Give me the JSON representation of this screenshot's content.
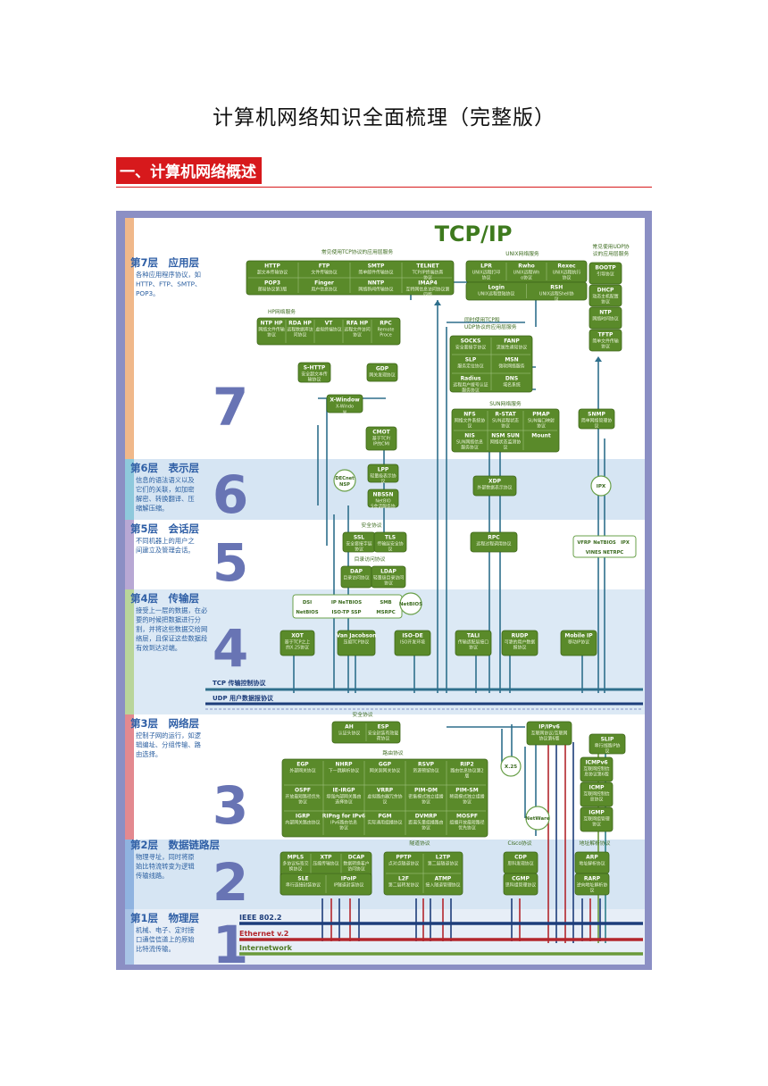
{
  "document": {
    "title": "计算机网络知识全面梳理（完整版）",
    "section_heading": "一、计算机网络概述"
  },
  "poster": {
    "title": "TCP/IP",
    "colors": {
      "frame": "#8b8fc4",
      "box_green": "#5a8a2a",
      "arrow_blue": "#2e6f8c",
      "line_red": "#b3262c",
      "line_navy": "#1d3d7a",
      "line_teal": "#2e7f8a",
      "line_green": "#6a9a3a",
      "layer_numeral": "#6874b4"
    },
    "layers": [
      {
        "name": "第7层　应用层",
        "desc": [
          "各种应用程序协议，如",
          "HTTP、FTP、SMTP、",
          "POP3。"
        ],
        "numeral": "7"
      },
      {
        "name": "第6层　表示层",
        "desc": [
          "信息的语法语义以及",
          "它们的关联，如加密",
          "解密、转换翻译、压",
          "缩解压缩。"
        ],
        "numeral": "6"
      },
      {
        "name": "第5层　会话层",
        "desc": [
          "不同机器上的用户之",
          "间建立及管理会话。"
        ],
        "numeral": "5"
      },
      {
        "name": "第4层　传输层",
        "desc": [
          "接受上一层的数据，在必",
          "要的时候把数据进行分",
          "割，并将这些数据交给网",
          "络层，且保证这些数据段",
          "有效到达对端。"
        ],
        "numeral": "4"
      },
      {
        "name": "第3层　网络层",
        "desc": [
          "控制子网的运行，如逻",
          "辑编址、分组传输、路",
          "由选择。"
        ],
        "numeral": "3"
      },
      {
        "name": "第2层　数据链路层",
        "desc": [
          "物理寻址，同时将原",
          "始比特流转变为逻辑",
          "传输线路。"
        ],
        "numeral": "2"
      },
      {
        "name": "第1层　物理层",
        "desc": [
          "机械、电子、定时接",
          "口通信信道上的原始",
          "比特流传输。"
        ],
        "numeral": "1"
      }
    ],
    "group_labels": {
      "tcp_apps": "常见使用TCP协议的应用层服务",
      "unix": "UNIX网络服务",
      "udp_apps": "常见使用UDP协议的应用层服务",
      "hp": "HP网络服务",
      "tcp_udp": "同时使用TCP和UDP协议的应用层服务",
      "sun": "SUN网络服务",
      "security5": "安全协议",
      "directory": "目录访问协议",
      "security3": "安全协议",
      "routing": "路由协议",
      "tunnel": "隧道协议",
      "cisco": "Cisco协议",
      "addr": "地址解析协议"
    },
    "app_tcp": [
      {
        "name": "HTTP",
        "desc": "超文本传输协议"
      },
      {
        "name": "FTP",
        "desc": "文件传输协议"
      },
      {
        "name": "SMTP",
        "desc": "简单邮件传输协议"
      },
      {
        "name": "TELNET",
        "desc": "TCP/IP终端仿真协议"
      },
      {
        "name": "POP3",
        "desc": "邮局协议第3版"
      },
      {
        "name": "Finger",
        "desc": "用户信息协议"
      },
      {
        "name": "NNTP",
        "desc": "网络新闻传输协议"
      },
      {
        "name": "IMAP4",
        "desc": "互特网信息访问协议第四版"
      }
    ],
    "unix": [
      {
        "name": "LPR",
        "desc": "UNIX远程打印协议"
      },
      {
        "name": "Rwho",
        "desc": "UNIX远程Who协议"
      },
      {
        "name": "Rexec",
        "desc": "UNIX远程执行协议"
      },
      {
        "name": "Login",
        "desc": "UNIX远程登陆协议"
      },
      {
        "name": "RSH",
        "desc": "UNIX远程Shell协议"
      }
    ],
    "udp_apps": [
      {
        "name": "BOOTP",
        "desc": "引导协议"
      },
      {
        "name": "DHCP",
        "desc": "动态主机配置协议"
      },
      {
        "name": "NTP",
        "desc": "网络时间协议"
      },
      {
        "name": "TFTP",
        "desc": "简单文件传输协议"
      }
    ],
    "hp": [
      {
        "name": "NTP HP",
        "desc": "网络文件传输协议"
      },
      {
        "name": "RDA HP",
        "desc": "远程数据库访问协议"
      },
      {
        "name": "VT",
        "desc": "虚拟终端协议"
      },
      {
        "name": "RFA HP",
        "desc": "远程文件访问协议"
      },
      {
        "name": "RPC",
        "desc": "Remote Process Comm."
      }
    ],
    "tcp_udp": [
      {
        "name": "SOCKS",
        "desc": "安全套接字协议"
      },
      {
        "name": "FANP",
        "desc": "流属性通知协议"
      },
      {
        "name": "SLP",
        "desc": "服务定位协议"
      },
      {
        "name": "MSN",
        "desc": "微软网络服务"
      },
      {
        "name": "Radius",
        "desc": "远程用户拨号认证服务协议"
      },
      {
        "name": "DNS",
        "desc": "域名系统"
      }
    ],
    "sun": [
      {
        "name": "NFS",
        "desc": "网络文件系统协议"
      },
      {
        "name": "R-STAT",
        "desc": "SUN远程状态协议"
      },
      {
        "name": "PMAP",
        "desc": "SUN端口映射协议"
      },
      {
        "name": "NIS",
        "desc": "SUN网络信息服务协议"
      },
      {
        "name": "NSM SUN",
        "desc": "网络状态监测协议"
      },
      {
        "name": "Mount",
        "desc": ""
      }
    ],
    "single_boxes": {
      "shttp": {
        "name": "S-HTTP",
        "desc": "安全超文本传输协议"
      },
      "gdp": {
        "name": "GDP",
        "desc": "网关发现协议"
      },
      "xwindow": {
        "name": "X-Window",
        "desc": "X-Window"
      },
      "cmot": {
        "name": "CMOT",
        "desc": "基于TCP/IP的CMIP协议"
      },
      "snmp": {
        "name": "SNMP",
        "desc": "简单网络管理协议"
      },
      "lpp": {
        "name": "LPP",
        "desc": "轻量级表示协议"
      },
      "netbios_ssn": {
        "name": "NBSSN",
        "desc": "NetBIOS会话服务协议"
      },
      "xdp": {
        "name": "XDP",
        "desc": "外部数据表示协议"
      },
      "ssl": {
        "name": "SSL",
        "desc": "安全套接字层协议"
      },
      "tls": {
        "name": "TLS",
        "desc": "传输层安全协议"
      },
      "rpc5": {
        "name": "RPC",
        "desc": "远程过程调用协议"
      },
      "dap": {
        "name": "DAP",
        "desc": "目录访问协议"
      },
      "ldap": {
        "name": "LDAP",
        "desc": "轻量级目录访问协议"
      },
      "xot": {
        "name": "XOT",
        "desc": "基于TCP之上的X.25协议"
      },
      "vanjacobson": {
        "name": "Van Jacobson",
        "desc": "压缩TCP协议"
      },
      "isode": {
        "name": "ISO-DE",
        "desc": "ISO开发环境"
      },
      "tali": {
        "name": "TALI",
        "desc": "传输适配层接口协议"
      },
      "rudp": {
        "name": "RUDP",
        "desc": "可靠的用户数据报协议"
      },
      "mobileip": {
        "name": "Mobile IP",
        "desc": "移动IP协议"
      }
    },
    "circles": {
      "decnet": "DECnet NSP",
      "ipx": "IPX",
      "netbios": "NetBIOS",
      "x25": "X.25",
      "netware": "NetWare"
    },
    "session_white": {
      "row": [
        "VFRP",
        "NeTBIOS",
        "IPX"
      ],
      "bottom": "VINES NETRPC"
    },
    "transport_white": {
      "row1": [
        "DSI",
        "IP NeTBIOS",
        "SMB"
      ],
      "row2": [
        "NetBIOS",
        "ISO-TP SSP",
        "MSRPC"
      ]
    },
    "transport_bars": {
      "tcp": "TCP 传输控制协议",
      "udp": "UDP 用户数据报协议"
    },
    "network_security": [
      {
        "name": "AH",
        "desc": "认证头协议"
      },
      {
        "name": "ESP",
        "desc": "安全封装有效载荷协议"
      }
    ],
    "ipv4v6": {
      "name": "IP/IPv6",
      "desc": "互联网协议/互联网协议第6版"
    },
    "slip": {
      "name": "SLIP",
      "desc": "串行线路IP协议"
    },
    "routing": [
      {
        "name": "EGP",
        "desc": "外部网关协议"
      },
      {
        "name": "NHRP",
        "desc": "下一跳解析协议"
      },
      {
        "name": "GGP",
        "desc": "网关到网关协议"
      },
      {
        "name": "RSVP",
        "desc": "资源预留协议"
      },
      {
        "name": "RIP2",
        "desc": "路由信息协议第2版"
      },
      {
        "name": "OSPF",
        "desc": "开放最短路径优先协议"
      },
      {
        "name": "IE-IRGP",
        "desc": "增强内部网关路由选择协议"
      },
      {
        "name": "VRRP",
        "desc": "虚拟路由器冗余协议"
      },
      {
        "name": "PIM-DM",
        "desc": "密集模式独立组播协议"
      },
      {
        "name": "PIM-SM",
        "desc": "稀疏模式独立组播协议"
      },
      {
        "name": "IGRP",
        "desc": "内部网关路由协议"
      },
      {
        "name": "RIPng for IPv6",
        "desc": "IPv6路由信息协议"
      },
      {
        "name": "PGM",
        "desc": "实际通用组播协议"
      },
      {
        "name": "DVMRP",
        "desc": "距离矢量组播路由协议"
      },
      {
        "name": "MOSPF",
        "desc": "组播开放最短路径优先协议"
      }
    ],
    "icmp": [
      {
        "name": "ICMPv6",
        "desc": "互联网控制信息协议第6版"
      },
      {
        "name": "ICMP",
        "desc": "互联网控制信息协议"
      },
      {
        "name": "IGMP",
        "desc": "互联网组管理协议"
      }
    ],
    "link_left": [
      {
        "name": "MPLS",
        "desc": "多协议标签交换协议"
      },
      {
        "name": "XTP",
        "desc": "压缩传输协议"
      },
      {
        "name": "DCAP",
        "desc": "数据转换客户访问协议"
      },
      {
        "name": "SLE",
        "desc": "串行连接封装协议"
      },
      {
        "name": "IPoIP",
        "desc": "IP隧道封装协议"
      }
    ],
    "tunnel": [
      {
        "name": "PPTP",
        "desc": "点对点隧道协议"
      },
      {
        "name": "L2TP",
        "desc": "第二层隧道协议"
      },
      {
        "name": "L2F",
        "desc": "第二层转发协议"
      },
      {
        "name": "ATMP",
        "desc": "接入隧道管理协议"
      }
    ],
    "cisco": [
      {
        "name": "CDP",
        "desc": "思科发现协议"
      },
      {
        "name": "CGMP",
        "desc": "思科组管理协议"
      }
    ],
    "addr": [
      {
        "name": "ARP",
        "desc": "地址解析协议"
      },
      {
        "name": "RARP",
        "desc": "逆向地址解析协议"
      }
    ],
    "physical_lines": {
      "ieee": "IEEE 802.2",
      "ethernet": "Ethernet v.2",
      "internetwork": "Internetwork"
    }
  }
}
